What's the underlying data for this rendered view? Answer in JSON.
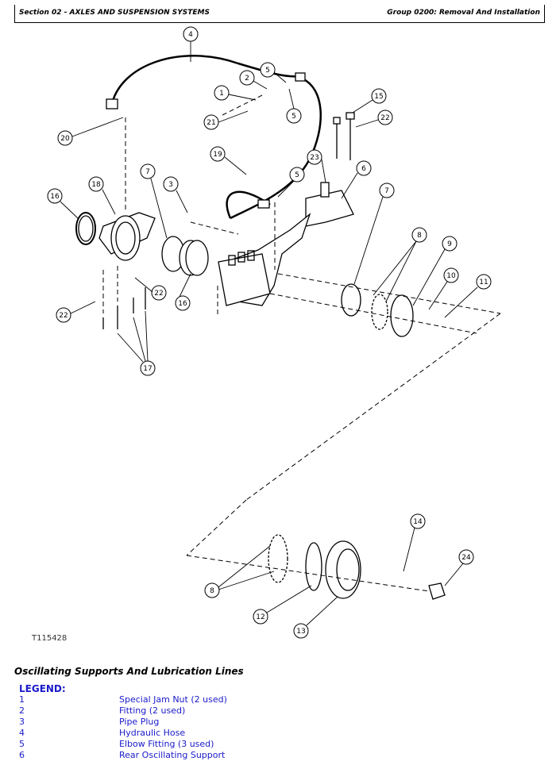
{
  "header": {
    "section": "Section 02 - AXLES AND SUSPENSION SYSTEMS",
    "group": "Group 0200: Removal And Installation"
  },
  "figure": {
    "id": "T115428",
    "caption": "Oscillating Supports And Lubrication Lines",
    "callouts": [
      "4",
      "5",
      "2",
      "1",
      "5",
      "15",
      "22",
      "20",
      "21",
      "19",
      "23",
      "6",
      "5",
      "7",
      "3",
      "18",
      "16",
      "7",
      "8",
      "9",
      "10",
      "11",
      "22",
      "16",
      "22",
      "17",
      "14",
      "24",
      "8",
      "12",
      "13"
    ]
  },
  "legend": {
    "title": "LEGEND:",
    "items": [
      {
        "num": "1",
        "desc": "Special Jam Nut (2 used)"
      },
      {
        "num": "2",
        "desc": "Fitting (2 used)"
      },
      {
        "num": "3",
        "desc": "Pipe Plug"
      },
      {
        "num": "4",
        "desc": "Hydraulic Hose"
      },
      {
        "num": "5",
        "desc": "Elbow Fitting (3 used)"
      },
      {
        "num": "6",
        "desc": "Rear Oscillating Support"
      }
    ]
  }
}
